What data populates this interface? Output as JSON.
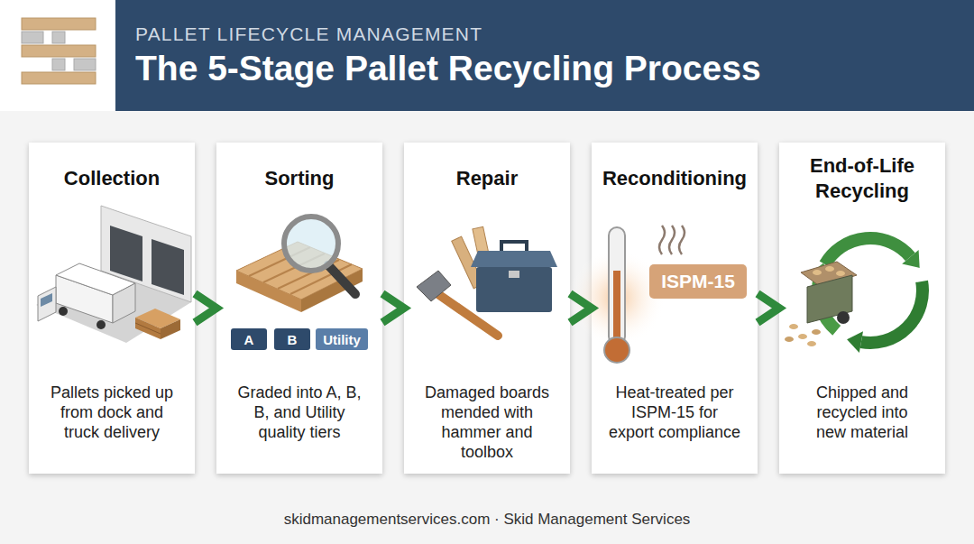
{
  "diagram": {
    "title": "The 5-Stage Pallet Recycling Process",
    "caption": "skidmanagementservices.com · Skid Management Services",
    "nodes": [
      {
        "text": [
          "Collection",
          "Pallets picked up from dock and truck delivery"
        ]
      },
      {
        "text": [
          "Sorting",
          "Graded into A, B, B, and Utility quality tiers"
        ]
      },
      {
        "text": [
          "Repair",
          "Damaged boards mended with hammer and toolbox"
        ]
      },
      {
        "text": [
          "Reconditioning",
          "Heat-treated per ISPM-15 for export compliance"
        ]
      },
      {
        "text": [
          "End-of-Life Recycling",
          "Chipped and recycled into new material"
        ]
      }
    ],
    "edges": [
      {
        "from": 0,
        "to": 1,
        "arrow": "to"
      },
      {
        "from": 1,
        "to": 2,
        "arrow": "to"
      },
      {
        "from": 2,
        "to": 3,
        "arrow": "to"
      },
      {
        "from": 3,
        "to": 4,
        "arrow": "to"
      }
    ],
    "labels": [
      "PALLET LIFECYCLE MANAGEMENT",
      "A",
      "B",
      "Utility",
      "ISPM-15"
    ]
  }
}
